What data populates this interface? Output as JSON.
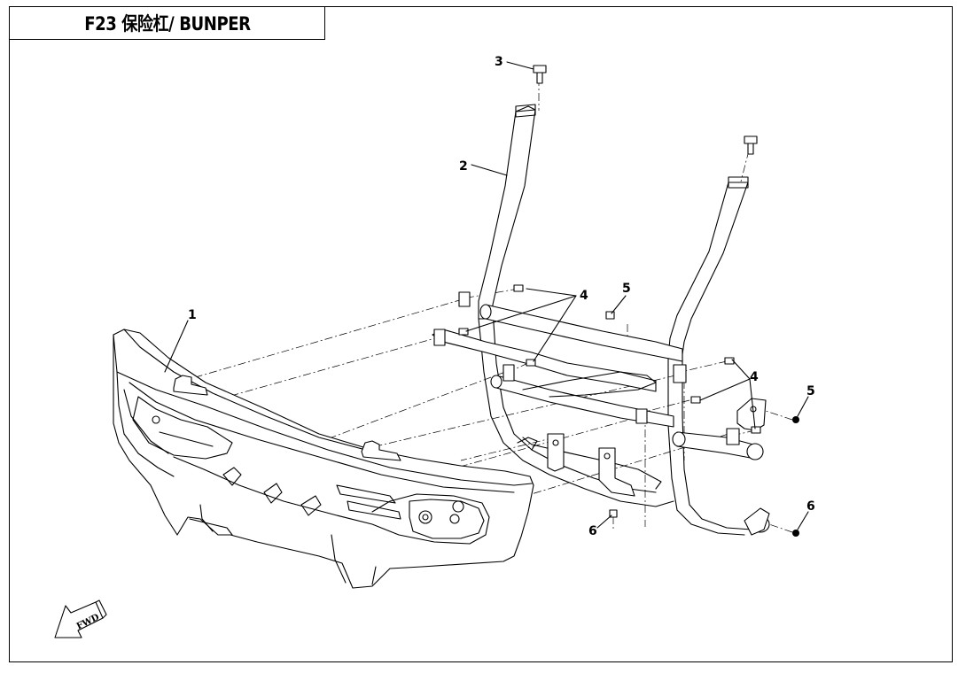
{
  "title": "F23 保险杠/ BUNPER",
  "direction_arrow": {
    "label": "FWD"
  },
  "callouts": [
    {
      "id": "1",
      "label": "1"
    },
    {
      "id": "2",
      "label": "2"
    },
    {
      "id": "3",
      "label": "3"
    },
    {
      "id": "4a",
      "label": "4"
    },
    {
      "id": "4b",
      "label": "4"
    },
    {
      "id": "5a",
      "label": "5"
    },
    {
      "id": "5b",
      "label": "5"
    },
    {
      "id": "6a",
      "label": "6"
    },
    {
      "id": "6b",
      "label": "6"
    }
  ],
  "parts": [
    "bumper-cover",
    "bumper-frame",
    "upper-bolt",
    "clip",
    "nut",
    "screw"
  ]
}
